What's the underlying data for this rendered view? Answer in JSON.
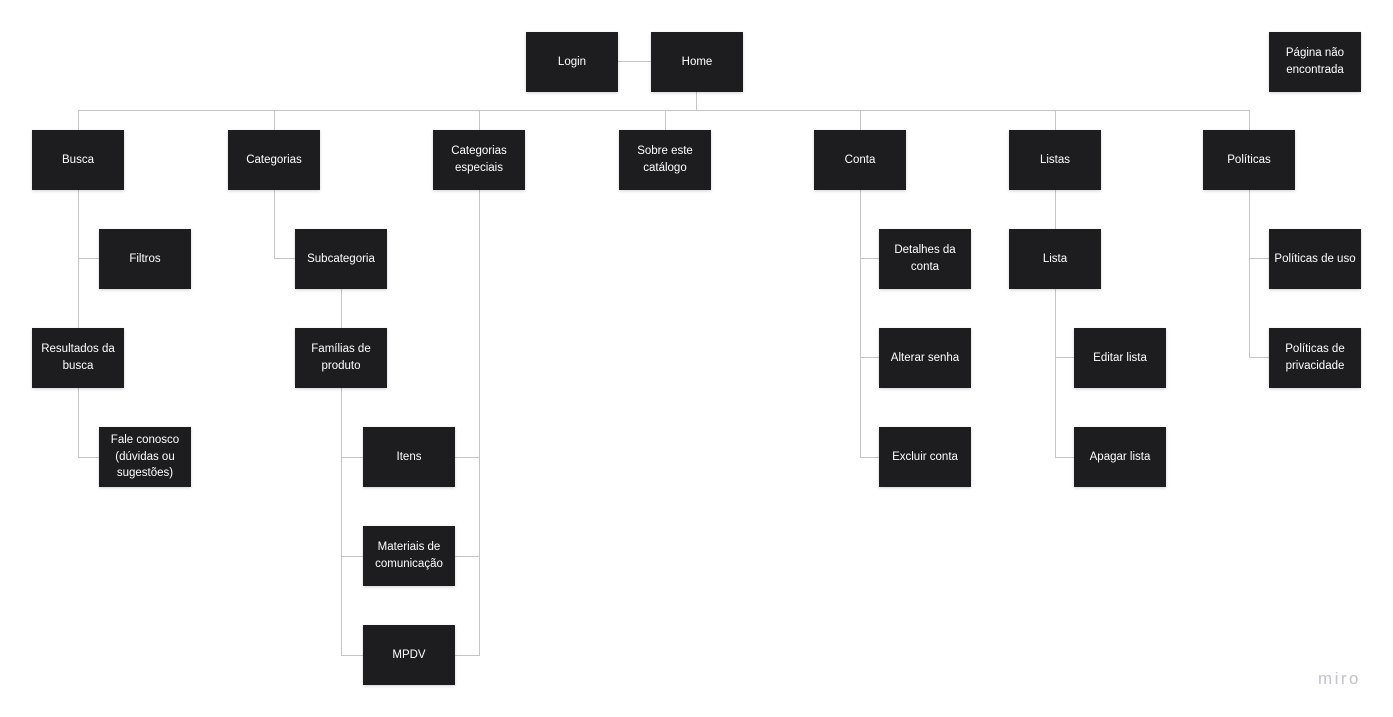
{
  "diagram": {
    "type": "sitemap-flowchart",
    "colors": {
      "canvas_bg": "#ffffff",
      "node_bg": "#1d1d20",
      "node_text": "#ffffff",
      "connector": "#c5c5c5",
      "watermark": "#c3c2cc"
    },
    "nodes": {
      "login": {
        "label": "Login"
      },
      "home": {
        "label": "Home"
      },
      "pagina_nao_encontrada": {
        "label": "Página não encontrada"
      },
      "busca": {
        "label": "Busca"
      },
      "categorias": {
        "label": "Categorias"
      },
      "categorias_especiais": {
        "label": "Categorias especiais"
      },
      "sobre_este_catalogo": {
        "label": "Sobre este catálogo"
      },
      "conta": {
        "label": "Conta"
      },
      "listas": {
        "label": "Listas"
      },
      "politicas": {
        "label": "Políticas"
      },
      "filtros": {
        "label": "Filtros"
      },
      "resultados_da_busca": {
        "label": "Resultados da busca"
      },
      "fale_conosco": {
        "label": "Fale conosco (dúvidas ou sugestões)"
      },
      "subcategoria": {
        "label": "Subcategoria"
      },
      "familias_de_produto": {
        "label": "Famílias de produto"
      },
      "itens": {
        "label": "Itens"
      },
      "materiais_de_comunicacao": {
        "label": "Materiais de comunicação"
      },
      "mpdv": {
        "label": "MPDV"
      },
      "detalhes_da_conta": {
        "label": "Detalhes da conta"
      },
      "alterar_senha": {
        "label": "Alterar senha"
      },
      "excluir_conta": {
        "label": "Excluir conta"
      },
      "lista": {
        "label": "Lista"
      },
      "editar_lista": {
        "label": "Editar lista"
      },
      "apagar_lista": {
        "label": "Apagar lista"
      },
      "politicas_de_uso": {
        "label": "Políticas de uso"
      },
      "politicas_de_privacidade": {
        "label": "Políticas de privacidade"
      }
    },
    "edges": [
      [
        "login",
        "home"
      ],
      [
        "home",
        "busca"
      ],
      [
        "home",
        "categorias"
      ],
      [
        "home",
        "categorias_especiais"
      ],
      [
        "home",
        "sobre_este_catalogo"
      ],
      [
        "home",
        "conta"
      ],
      [
        "home",
        "listas"
      ],
      [
        "home",
        "politicas"
      ],
      [
        "busca",
        "filtros"
      ],
      [
        "busca",
        "resultados_da_busca"
      ],
      [
        "busca",
        "fale_conosco"
      ],
      [
        "categorias",
        "subcategoria"
      ],
      [
        "subcategoria",
        "familias_de_produto"
      ],
      [
        "familias_de_produto",
        "itens"
      ],
      [
        "familias_de_produto",
        "materiais_de_comunicacao"
      ],
      [
        "familias_de_produto",
        "mpdv"
      ],
      [
        "categorias_especiais",
        "itens"
      ],
      [
        "categorias_especiais",
        "materiais_de_comunicacao"
      ],
      [
        "categorias_especiais",
        "mpdv"
      ],
      [
        "conta",
        "detalhes_da_conta"
      ],
      [
        "conta",
        "alterar_senha"
      ],
      [
        "conta",
        "excluir_conta"
      ],
      [
        "listas",
        "lista"
      ],
      [
        "lista",
        "editar_lista"
      ],
      [
        "lista",
        "apagar_lista"
      ],
      [
        "politicas",
        "politicas_de_uso"
      ],
      [
        "politicas",
        "politicas_de_privacidade"
      ]
    ]
  },
  "watermark": {
    "label": "miro"
  }
}
